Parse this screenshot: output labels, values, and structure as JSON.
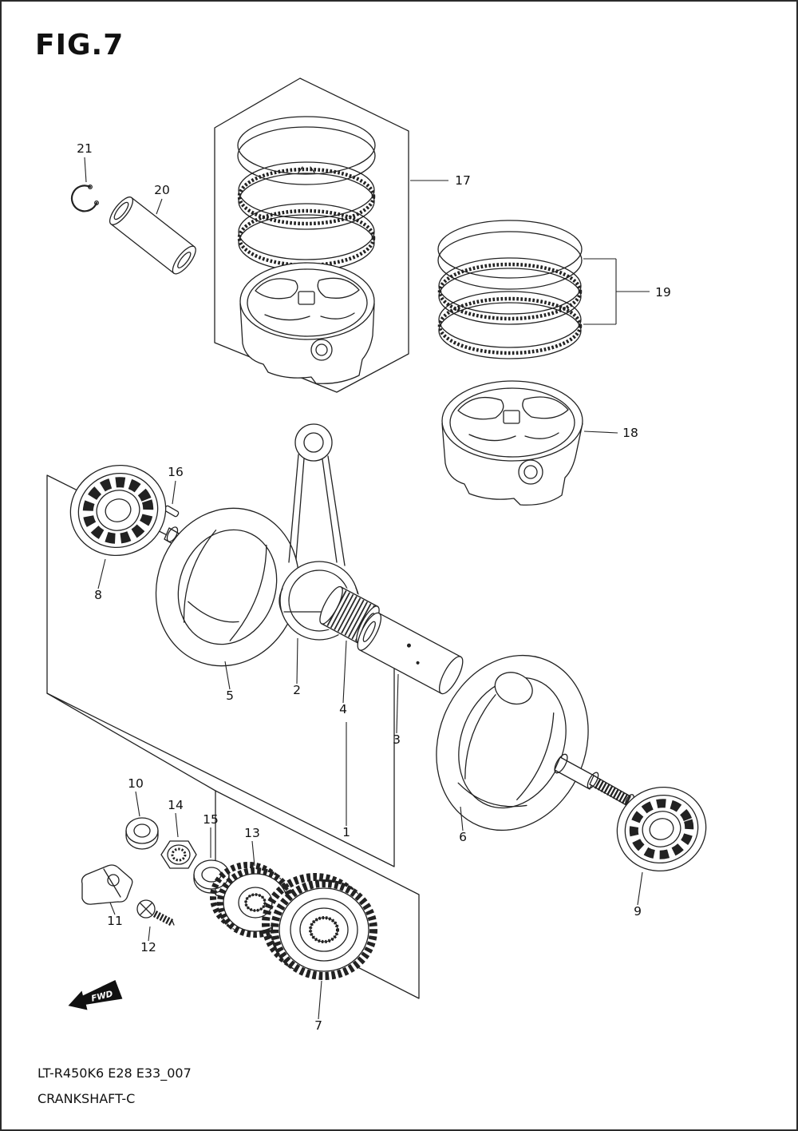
{
  "figure": {
    "title": "FIG.7"
  },
  "footer": {
    "code": "LT-R450K6 E28 E33_007",
    "name": "CRANKSHAFT-C"
  },
  "fwd": {
    "label": "FWD"
  },
  "callouts": [
    "1",
    "2",
    "3",
    "4",
    "5",
    "6",
    "7",
    "8",
    "9",
    "10",
    "11",
    "12",
    "13",
    "14",
    "15",
    "16",
    "17",
    "18",
    "19",
    "20",
    "21"
  ]
}
